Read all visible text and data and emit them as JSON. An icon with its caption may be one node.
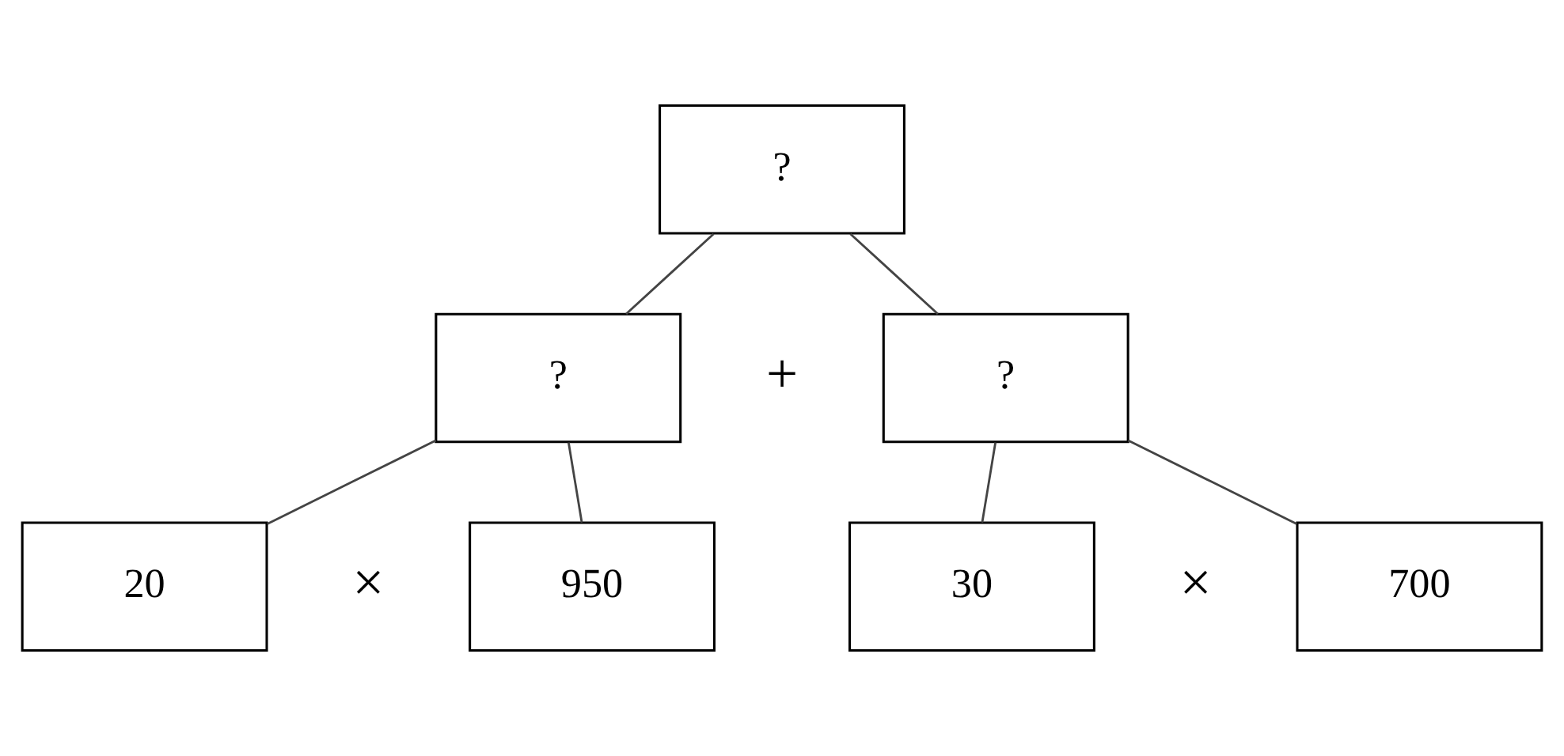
{
  "diagram": {
    "nodes": [
      {
        "text": [
          "?"
        ]
      },
      {
        "text": [
          "?"
        ]
      },
      {
        "text": [
          "?"
        ]
      },
      {
        "text": [
          "20"
        ]
      },
      {
        "text": [
          "950"
        ]
      },
      {
        "text": [
          "30"
        ]
      },
      {
        "text": [
          "700"
        ]
      }
    ],
    "edges": [
      {
        "from": 0,
        "to": 1,
        "arrow": "none"
      },
      {
        "from": 0,
        "to": 2,
        "arrow": "none"
      },
      {
        "from": 1,
        "to": 3,
        "arrow": "none"
      },
      {
        "from": 1,
        "to": 4,
        "arrow": "none"
      },
      {
        "from": 2,
        "to": 5,
        "arrow": "none"
      },
      {
        "from": 2,
        "to": 6,
        "arrow": "none"
      }
    ],
    "labels": [
      "+",
      "×",
      "×"
    ]
  }
}
